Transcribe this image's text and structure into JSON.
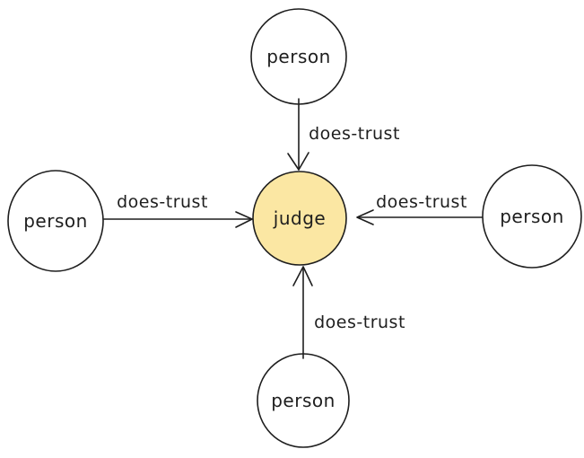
{
  "colors": {
    "background": "#ffffff",
    "stroke": "#1e1e1e",
    "text": "#1e1e1e",
    "judge_fill": "#fbe7a3",
    "person_fill": "#ffffff"
  },
  "nodes": {
    "top": {
      "label": "person"
    },
    "left": {
      "label": "person"
    },
    "right": {
      "label": "person"
    },
    "bottom": {
      "label": "person"
    },
    "center": {
      "label": "judge"
    }
  },
  "edges": {
    "top": {
      "label": "does-trust"
    },
    "left": {
      "label": "does-trust"
    },
    "right": {
      "label": "does-trust"
    },
    "bottom": {
      "label": "does-trust"
    }
  }
}
